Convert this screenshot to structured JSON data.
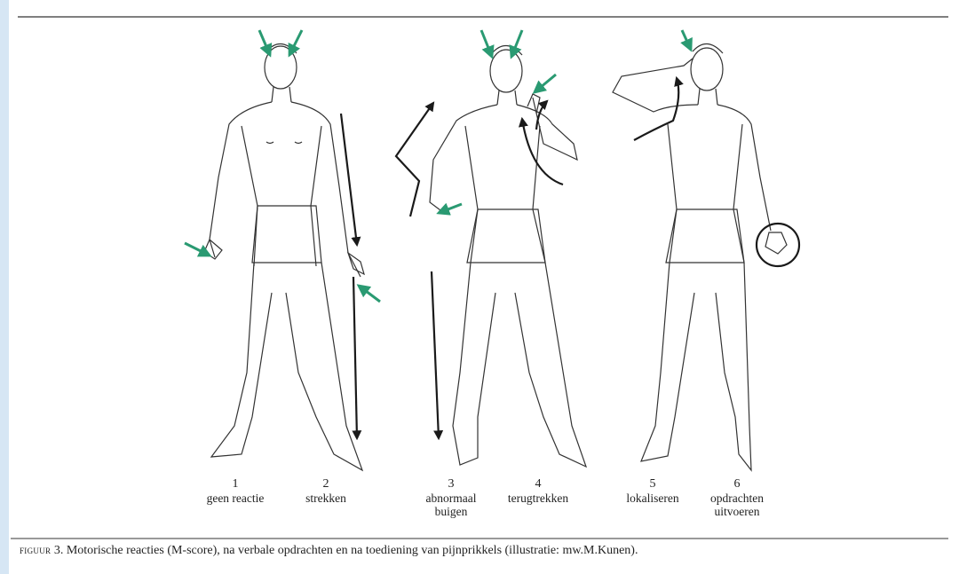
{
  "figure": {
    "prefix": "figuur",
    "number": "3.",
    "caption": "Motorische reacties (M-score), na verbale opdrachten en na toediening van pijnprikkels (illustratie: mw.M.Kunen)."
  },
  "responses": [
    {
      "num": "1",
      "label": "geen reactie"
    },
    {
      "num": "2",
      "label": "strekken"
    },
    {
      "num": "3",
      "label": "abnormaal\nbuigen"
    },
    {
      "num": "4",
      "label": "terugtrekken"
    },
    {
      "num": "5",
      "label": "lokaliseren"
    },
    {
      "num": "6",
      "label": "opdrachten\nuitvoeren"
    }
  ],
  "colors": {
    "pain_arrow": "#2a9a72",
    "motion_arrow": "#1a1a1a",
    "line": "#333333",
    "background": "#d6e6f4"
  }
}
